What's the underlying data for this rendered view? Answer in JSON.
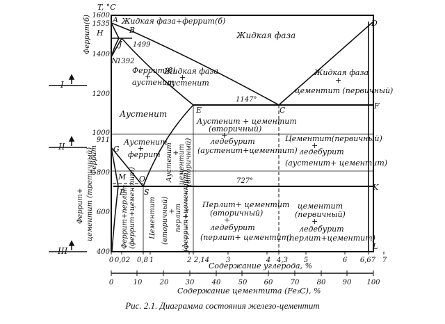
{
  "axis": {
    "y_title": "T, °C",
    "x_title": "Содержание углерода, %",
    "x2_title": "Содержание цементита (Fe₃C), %",
    "y_ticks": [
      "1600",
      "1535",
      "1400",
      "1200",
      "1000",
      "911",
      "800",
      "600",
      "400"
    ],
    "x_ticks": [
      "0",
      "0,02",
      "0,8",
      "1",
      "2",
      "2,14",
      "3",
      "4",
      "4,3",
      "5",
      "6",
      "6,67",
      "7"
    ],
    "x2_ticks": [
      "0",
      "10",
      "20",
      "30",
      "40",
      "50",
      "60",
      "70",
      "80",
      "90",
      "100"
    ],
    "special": [
      "1499",
      "1392",
      "1147°",
      "727°"
    ]
  },
  "points": [
    "A",
    "B",
    "H",
    "J",
    "N",
    "E",
    "C",
    "D",
    "F",
    "G",
    "M",
    "P",
    "O",
    "S",
    "K",
    "L"
  ],
  "left_labels": {
    "ferrite_delta": "Феррит(б)",
    "ferrite": "Феррит",
    "ferrite_cementite_1": "Феррит+",
    "ferrite_cementite_2": "цементит (третичный)"
  },
  "markers": [
    "I",
    "II",
    "III"
  ],
  "regions": {
    "liquid": "Жидкая фаза",
    "top_left": "Жидкая фаза+феррит(б)",
    "liquid_austenite_1": "Жидкая фаза",
    "liquid_austenite_2": "+",
    "liquid_austenite_3": "аустенит",
    "ferrite_austenite_1": "Феррит(б)",
    "ferrite_austenite_2": "+",
    "ferrite_austenite_3": "аустенит",
    "liquid_cementite_1": "Жидкая фаза",
    "liquid_cementite_2": "+",
    "liquid_cementite_3": "цементит (первичный)",
    "austenite": "Аустенит",
    "austenite_ferrite_1": "Аустенит",
    "austenite_ferrite_2": "+",
    "austenite_ferrite_3": "феррит",
    "aust_cem_led_1": "Аустенит + цементит",
    "aust_cem_led_2": "(вторичный)",
    "aust_cem_led_3": "+",
    "aust_cem_led_4": "ледебурит",
    "aust_cem_led_5": "(аустенит+цементит)",
    "cem_led_upper_1": "Цементит(первичный)",
    "cem_led_upper_2": "+",
    "cem_led_upper_3": "ледебурит",
    "cem_led_upper_4": "(аустенит+ цементит)",
    "aust_cem_v_1": "Аустенит",
    "aust_cem_v_2": "+",
    "aust_cem_v_3": "цементит",
    "aust_cem_v_4": "(вторичный)",
    "ferrite_pearlite_1": "Феррит+перлит",
    "ferrite_pearlite_2": "(феррит+цементит)",
    "cementite_v_pearlite_1": "Цементит",
    "cementite_v_pearlite_2": "(вторичный)",
    "cementite_v_pearlite_3": "+",
    "cementite_v_pearlite_4": "перлит",
    "cementite_v_pearlite_5": "(феррит+цементит)",
    "pearlite_cem_led_1": "Перлит+ цементит",
    "pearlite_cem_led_2": "(вторичный)",
    "pearlite_cem_led_3": "+",
    "pearlite_cem_led_4": "ледебурит",
    "pearlite_cem_led_5": "(перлит+ цементит)",
    "cem_led_lower_1": "цементит",
    "cem_led_lower_2": "(первичный)",
    "cem_led_lower_3": "+",
    "cem_led_lower_4": "ледебурит",
    "cem_led_lower_5": "(перлит+цементит)"
  },
  "caption": "Рис. 2.1. Диаграмма состояния железо-цементит"
}
